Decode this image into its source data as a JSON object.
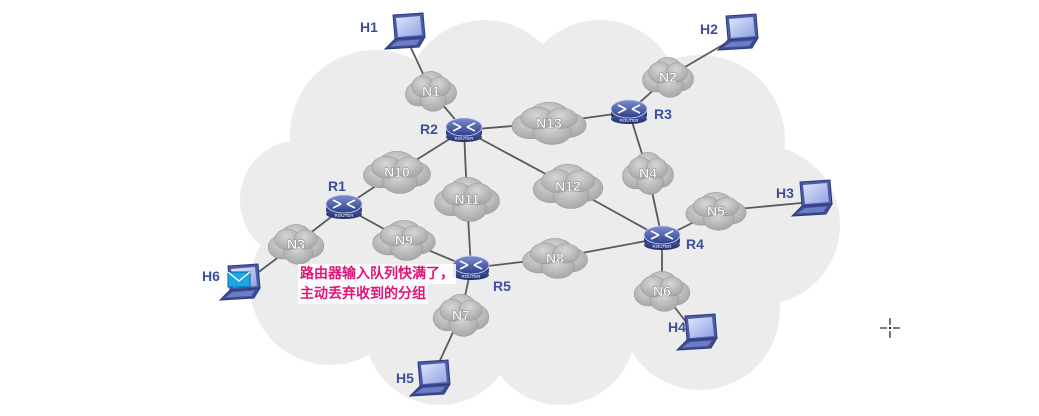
{
  "colors": {
    "node_label": "#3d4f9c",
    "annotation": "#e0157a",
    "link": "#5a5a5a",
    "cloud": "#ebebeb",
    "subnet_cloud": "#b3b3b3"
  },
  "hosts": [
    {
      "id": "h1",
      "label": "H1"
    },
    {
      "id": "h2",
      "label": "H2"
    },
    {
      "id": "h3",
      "label": "H3"
    },
    {
      "id": "h4",
      "label": "H4"
    },
    {
      "id": "h5",
      "label": "H5"
    },
    {
      "id": "h6",
      "label": "H6"
    }
  ],
  "routers": [
    {
      "id": "r1",
      "label": "R1",
      "badge": "ROUTER"
    },
    {
      "id": "r2",
      "label": "R2",
      "badge": "ROUTER"
    },
    {
      "id": "r3",
      "label": "R3",
      "badge": "ROUTER"
    },
    {
      "id": "r4",
      "label": "R4",
      "badge": "ROUTER"
    },
    {
      "id": "r5",
      "label": "R5",
      "badge": "ROUTER"
    }
  ],
  "networks": [
    {
      "id": "n1",
      "label": "N1"
    },
    {
      "id": "n2",
      "label": "N2"
    },
    {
      "id": "n3",
      "label": "N3"
    },
    {
      "id": "n4",
      "label": "N4"
    },
    {
      "id": "n5",
      "label": "N5"
    },
    {
      "id": "n6",
      "label": "N6"
    },
    {
      "id": "n7",
      "label": "N7"
    },
    {
      "id": "n8",
      "label": "N8"
    },
    {
      "id": "n9",
      "label": "N9"
    },
    {
      "id": "n10",
      "label": "N10"
    },
    {
      "id": "n11",
      "label": "N11"
    },
    {
      "id": "n12",
      "label": "N12"
    },
    {
      "id": "n13",
      "label": "N13"
    }
  ],
  "links": [
    [
      "h1",
      "n1"
    ],
    [
      "n1",
      "r2"
    ],
    [
      "h2",
      "n2"
    ],
    [
      "n2",
      "r3"
    ],
    [
      "r2",
      "n13"
    ],
    [
      "n13",
      "r3"
    ],
    [
      "r2",
      "n10"
    ],
    [
      "n10",
      "r1"
    ],
    [
      "r2",
      "n11"
    ],
    [
      "n11",
      "r5"
    ],
    [
      "r2",
      "n12"
    ],
    [
      "n12",
      "r4"
    ],
    [
      "r3",
      "n4"
    ],
    [
      "n4",
      "r4"
    ],
    [
      "r1",
      "n9"
    ],
    [
      "n9",
      "r5"
    ],
    [
      "r1",
      "n3"
    ],
    [
      "n3",
      "h6"
    ],
    [
      "r5",
      "n8"
    ],
    [
      "n8",
      "r4"
    ],
    [
      "r4",
      "n5"
    ],
    [
      "n5",
      "h3"
    ],
    [
      "r4",
      "n6"
    ],
    [
      "n6",
      "h4"
    ],
    [
      "r5",
      "n7"
    ],
    [
      "n7",
      "h5"
    ]
  ],
  "packet": {
    "at": "h6",
    "icon": "envelope-icon"
  },
  "annotation": {
    "line1": "路由器输入队列快满了，",
    "line2": "主动丢弃收到的分组"
  },
  "cursor_icon": "move-crosshair-icon"
}
